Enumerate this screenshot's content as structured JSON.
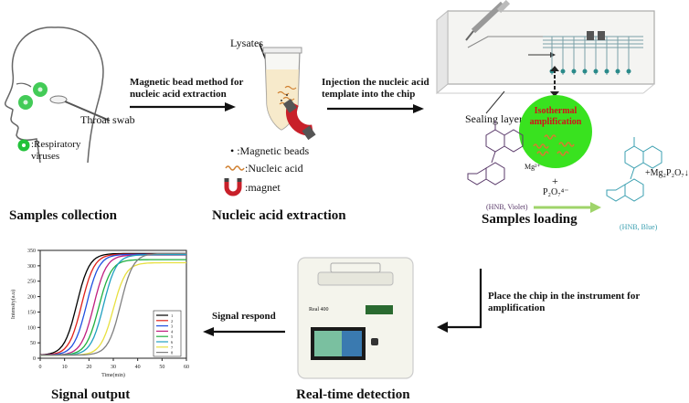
{
  "stages": {
    "collection": {
      "title": "Samples collection",
      "swab_label": "Throat swab",
      "legend_label": ":Respiratory viruses"
    },
    "extraction": {
      "title": "Nucleic acid extraction",
      "lysates_label": "Lysates",
      "legend": [
        ":Magnetic beads",
        ":Nucleic acid",
        ":magnet"
      ]
    },
    "loading": {
      "title": "Samples loading",
      "sealing_label": "Sealing layer",
      "circle_label": "Isothermal amplification",
      "violet_label": "(HNB, Violet)",
      "blue_label": "(HNB, Blue)",
      "mg_label": "Mg²⁺",
      "plus_label": "+",
      "p2o7_label": "P₂O₇⁴⁻",
      "product_label": "+Mg₂P₂O₇↓"
    },
    "detection": {
      "title": "Real-time detection",
      "device_label": "Real 400"
    },
    "output": {
      "title": "Signal output",
      "ylabel": "Intensity(a.u)",
      "xlabel": "Time(min)"
    }
  },
  "arrows": {
    "extraction_note": "Magnetic bead method for nucleic acid extraction",
    "injection_note": "Injection the nucleic acid template into the chip",
    "place_note": "Place the chip in the instrument for amplification",
    "signal_note": "Signal respond"
  },
  "colors": {
    "virus_green": "#22c23a",
    "amp_circle": "#39e21f",
    "amp_title": "#d4101a",
    "magnet_red": "#c8202a",
    "violet": "#5a3a6a",
    "blue_dye": "#3a9fb0",
    "green_arrow": "#9fd46a"
  },
  "chart_data": {
    "type": "line",
    "x_ticks": [
      "0",
      "10",
      "20",
      "30",
      "40",
      "50",
      "60"
    ],
    "y_ticks": [
      "0",
      "50",
      "100",
      "150",
      "200",
      "250",
      "300",
      "350"
    ],
    "xlim": [
      0,
      60
    ],
    "ylim": [
      0,
      350
    ],
    "legend_entries": [
      "1",
      "2",
      "3",
      "4",
      "5",
      "6",
      "7",
      "8"
    ],
    "series": [
      {
        "color": "#000000",
        "midpoint": 15,
        "plateau": 340
      },
      {
        "color": "#e0201a",
        "midpoint": 17,
        "plateau": 338
      },
      {
        "color": "#2050e0",
        "midpoint": 19,
        "plateau": 337
      },
      {
        "color": "#c02080",
        "midpoint": 22,
        "plateau": 335
      },
      {
        "color": "#20b040",
        "midpoint": 24,
        "plateau": 320
      },
      {
        "color": "#20a0c0",
        "midpoint": 26,
        "plateau": 336
      },
      {
        "color": "#e8e040",
        "midpoint": 30,
        "plateau": 310
      },
      {
        "color": "#808080",
        "midpoint": 33,
        "plateau": 340
      }
    ]
  }
}
